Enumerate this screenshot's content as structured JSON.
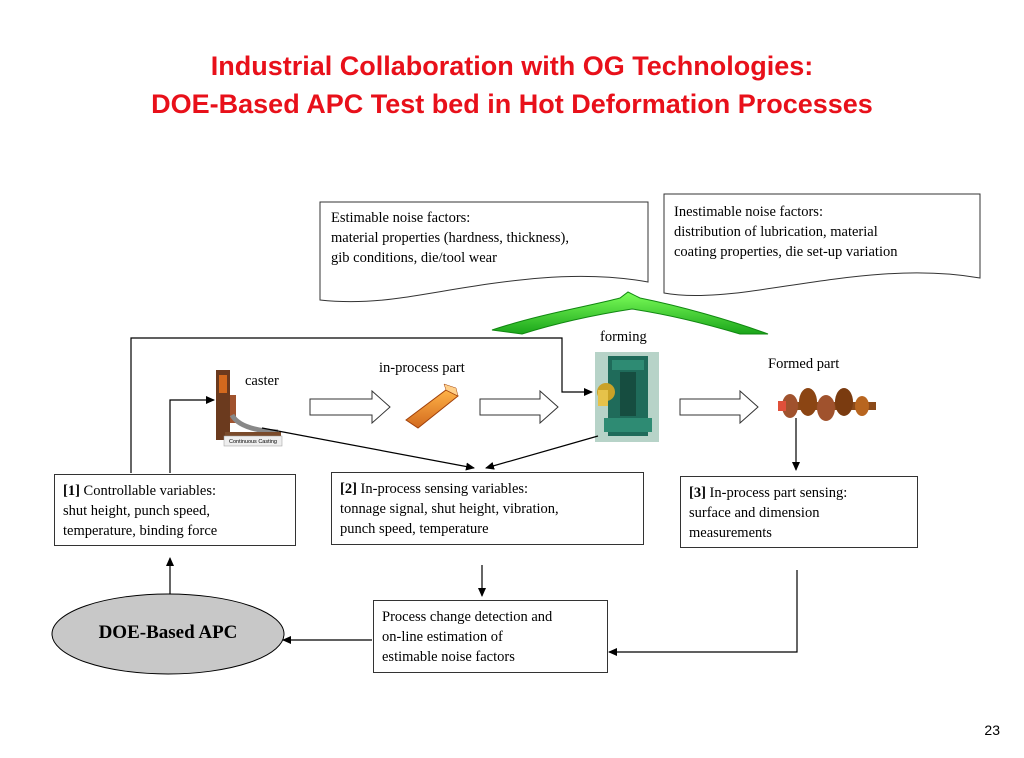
{
  "title": {
    "line1": "Industrial Collaboration with OG Technologies:",
    "line2": "DOE-Based APC Test bed in Hot Deformation Processes"
  },
  "estimable": {
    "line1": "Estimable noise factors:",
    "line2": "material properties (hardness, thickness),",
    "line3": "gib conditions, die/tool wear"
  },
  "inestimable": {
    "line1": "Inestimable noise factors:",
    "line2": "distribution of lubrication, material",
    "line3": "coating properties, die set-up variation"
  },
  "labels": {
    "forming": "forming",
    "in_process_part": "in-process part",
    "formed_part": "Formed part",
    "caster": "caster",
    "continuous_casting": "Continuous Casting"
  },
  "box1": {
    "num": "[1]",
    "head": " Controllable variables:",
    "line2": "shut height, punch speed,",
    "line3": "temperature, binding force"
  },
  "box2": {
    "num": "[2]",
    "head": " In-process sensing variables:",
    "line2": "tonnage signal, shut height, vibration,",
    "line3": "punch speed, temperature"
  },
  "box3": {
    "num": "[3]",
    "head": " In-process part sensing:",
    "line2": "surface and dimension",
    "line3": "measurements"
  },
  "box4": {
    "line1": "Process change detection and",
    "line2": "on-line estimation of",
    "line3": "estimable noise factors"
  },
  "apc": {
    "label": "DOE-Based APC"
  },
  "page_number": "23",
  "colors": {
    "title": "#e8101a",
    "apc_fill": "#c8c8c8",
    "green_arrow": "#33cc33"
  }
}
